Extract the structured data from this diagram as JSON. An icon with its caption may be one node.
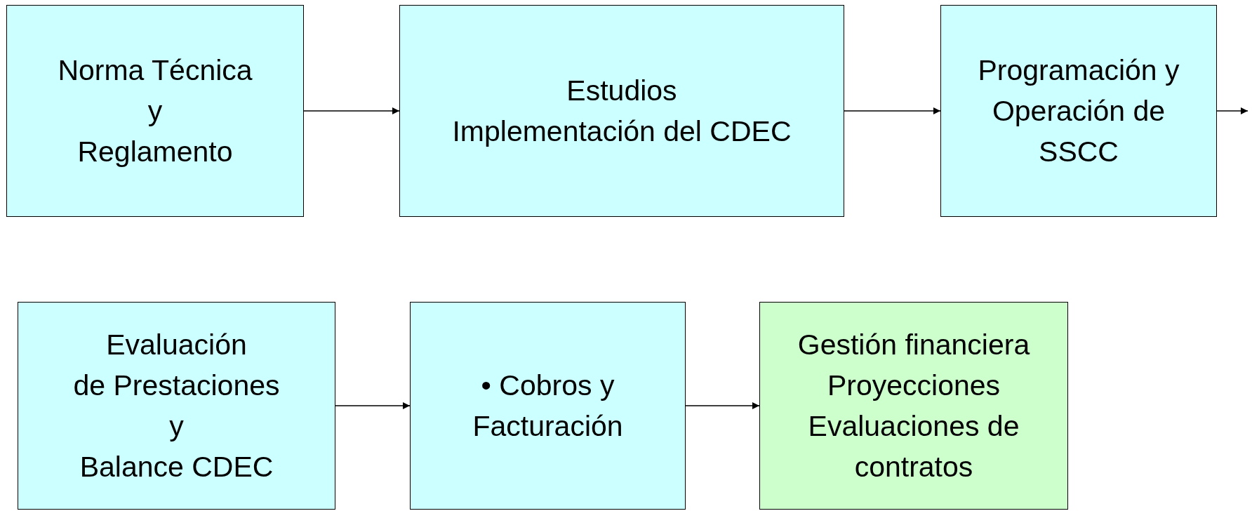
{
  "diagram": {
    "nodes": [
      {
        "text": [
          "Norma Técnica",
          "y",
          "Reglamento"
        ]
      },
      {
        "text": [
          "Estudios",
          "Implementación del CDEC"
        ]
      },
      {
        "text": [
          "Programación y",
          "Operación de",
          "SSCC"
        ]
      },
      {
        "text": [
          "Evaluación",
          "de Prestaciones",
          "y",
          "Balance CDEC"
        ]
      },
      {
        "text": [
          "• Cobros y Facturación"
        ]
      },
      {
        "text": [
          "Gestión financiera",
          "Proyecciones",
          "Evaluaciones de contratos"
        ]
      }
    ],
    "edges": [
      {
        "from": 0,
        "to": 1,
        "arrow": "to"
      },
      {
        "from": 1,
        "to": 2,
        "arrow": "to"
      },
      {
        "from": 2,
        "to": null,
        "arrow": "to"
      },
      {
        "from": 3,
        "to": 4,
        "arrow": "to"
      },
      {
        "from": 4,
        "to": 5,
        "arrow": "to"
      }
    ]
  }
}
